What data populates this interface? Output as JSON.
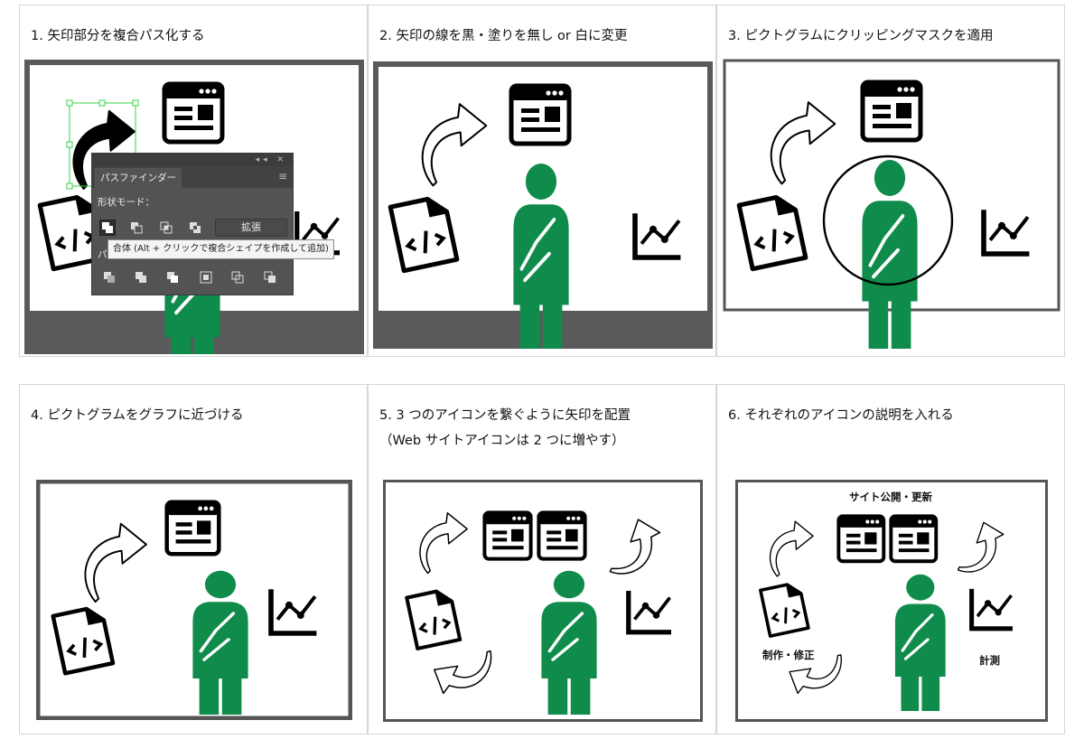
{
  "steps": [
    {
      "title": "1. 矢印部分を複合パス化する"
    },
    {
      "title": "2. 矢印の線を黒・塗りを無し or 白に変更"
    },
    {
      "title": "3. ピクトグラムにクリッピングマスクを適用"
    },
    {
      "title": "4. ピクトグラムをグラフに近づける"
    },
    {
      "title": "5. 3 つのアイコンを繋ぐように矢印を配置\n（Web サイトアイコンは 2 つに増やす）"
    },
    {
      "title": "6. それぞれのアイコンの説明を入れる"
    }
  ],
  "pathfinder": {
    "tab": "パスファインダー",
    "shape_modes": "形状モード：",
    "expand": "拡張",
    "tooltip": "合体 (Alt + クリックで複合シェイプを作成して追加)",
    "pathfinders_prefix": "パ",
    "panel_controls": "◂◂ ✕"
  },
  "icons": {
    "code": "</>"
  },
  "labels": {
    "site": "サイト公開・更新",
    "make": "制作・修正",
    "measure": "計測"
  },
  "colors": {
    "green": "#0f8c4b",
    "frame": "#5a5a5a",
    "panel": "#535353"
  }
}
